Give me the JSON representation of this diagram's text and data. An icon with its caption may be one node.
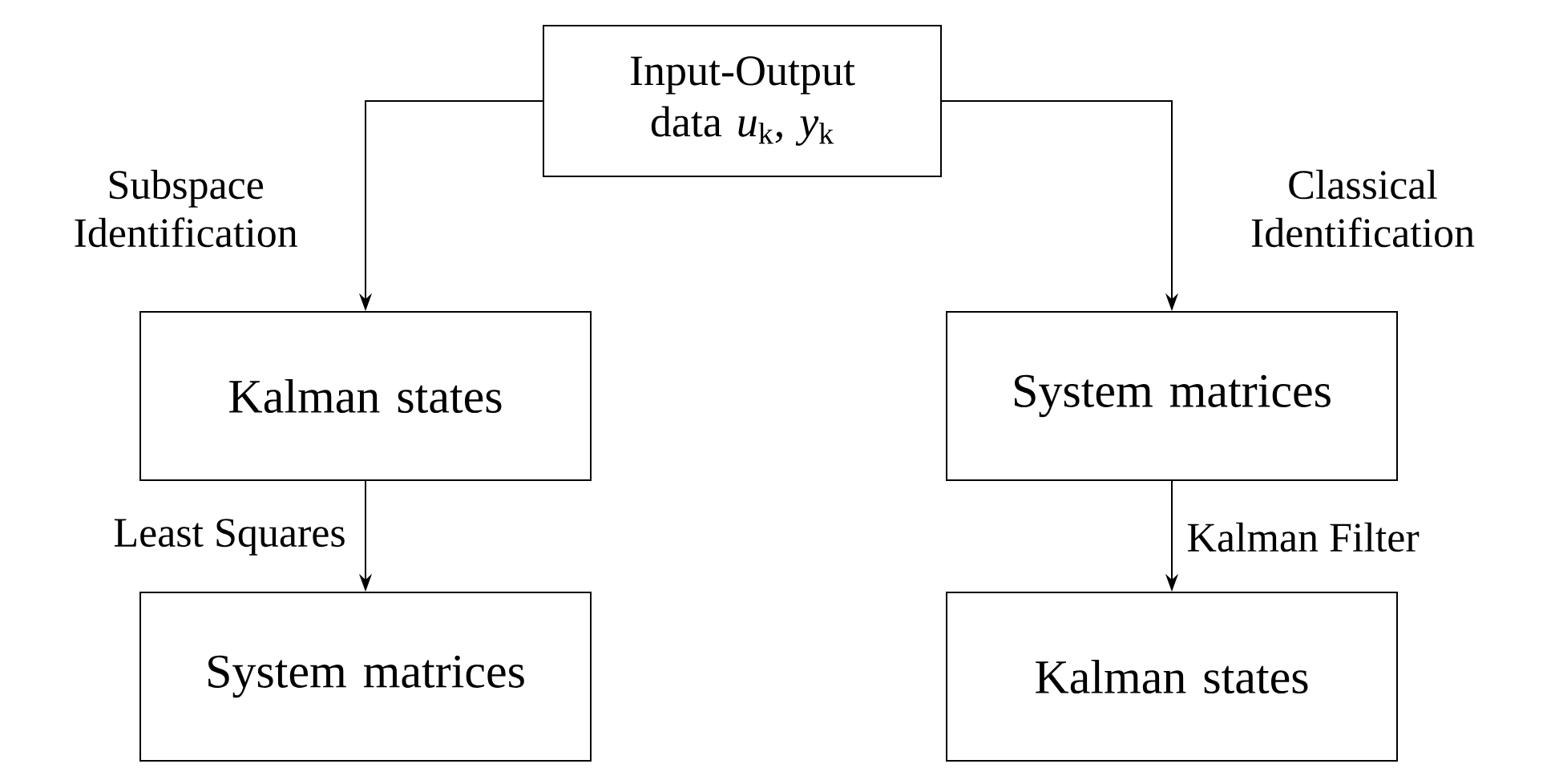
{
  "diagram": {
    "nodes": [
      {
        "text": [
          "Input-Output data *u*$_{k}$, *y*$_{k}$"
        ]
      },
      {
        "text": [
          "Kalman states"
        ]
      },
      {
        "text": [
          "System matrices"
        ]
      },
      {
        "text": [
          "System matrices"
        ]
      },
      {
        "text": [
          "Kalman states"
        ]
      }
    ],
    "edges": [
      {
        "from": 0,
        "to": 1,
        "arrow": "to",
        "label": "Subspace Identification"
      },
      {
        "from": 0,
        "to": 3,
        "arrow": "to",
        "label": "Classical Identification"
      },
      {
        "from": 1,
        "to": 2,
        "arrow": "to",
        "label": "Least Squares"
      },
      {
        "from": 3,
        "to": 4,
        "arrow": "to",
        "label": "Kalman Filter"
      }
    ]
  }
}
